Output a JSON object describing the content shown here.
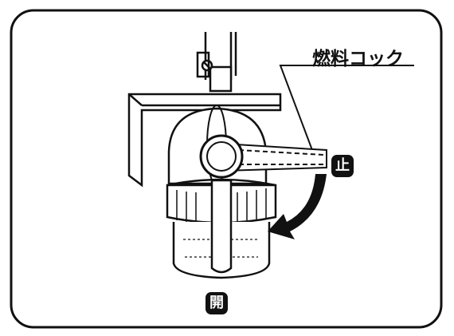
{
  "figure": {
    "fuel_cock_label": "燃料コック",
    "stop_label": "止",
    "open_label": "開"
  },
  "colors": {
    "ink": "#111111",
    "background": "#ffffff"
  }
}
